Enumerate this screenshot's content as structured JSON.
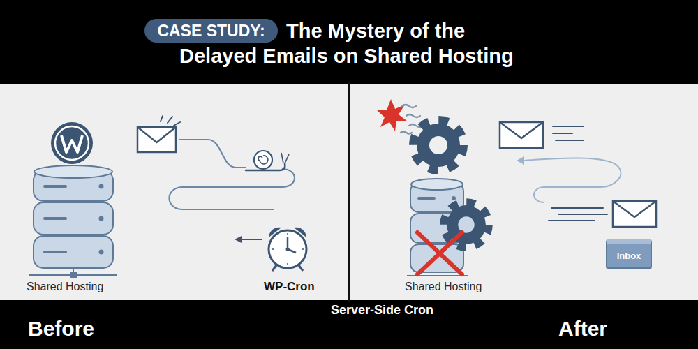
{
  "diagram": {
    "title": "The Mystery of the Delayed Emails on Shared Hosting",
    "nodes": [
      {
        "text": [
          "CASE STUDY:"
        ]
      },
      {
        "text": [
          "Inbox"
        ]
      }
    ],
    "labels": [
      "Shared Hosting",
      "WP-Cron",
      "Shared Hosting",
      "Before",
      "Server-Side Cron",
      "After"
    ]
  }
}
